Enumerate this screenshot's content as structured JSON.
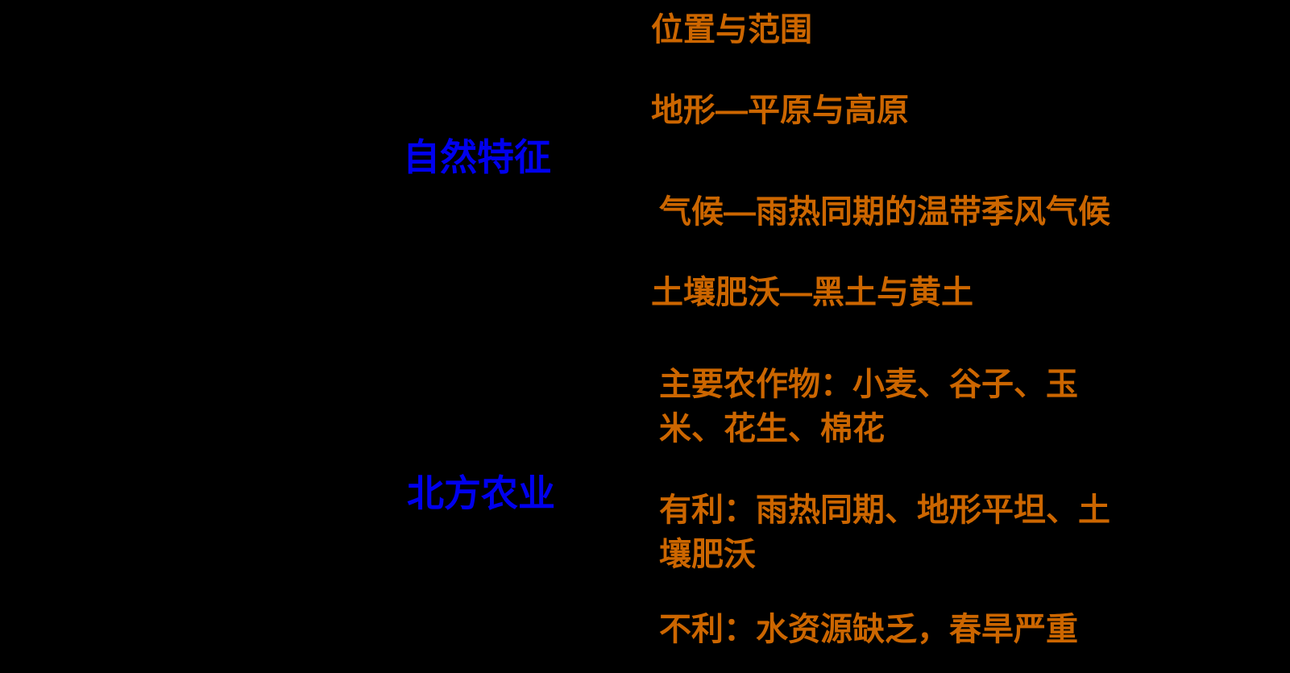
{
  "diagram": {
    "background_color": "#000000",
    "colors": {
      "group_label": "#0000ee",
      "item_text": "#cc6600"
    },
    "groups": [
      {
        "label": "自然特征",
        "items": [
          "位置与范围",
          "地形—平原与高原",
          "气候—雨热同期的温带季风气候",
          "土壤肥沃—黑土与黄土"
        ]
      },
      {
        "label": "北方农业",
        "items": [
          "主要农作物：小麦、谷子、玉米、花生、棉花",
          "有利：雨热同期、地形平坦、土壤肥沃",
          "不利：水资源缺乏，春旱严重"
        ]
      }
    ]
  }
}
